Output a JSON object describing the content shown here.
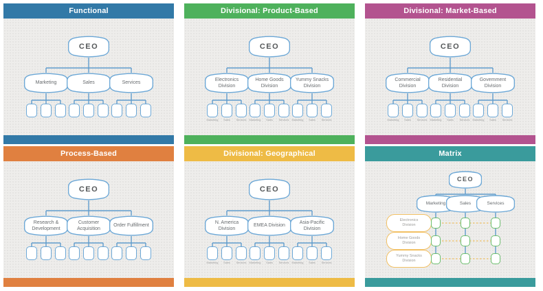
{
  "colors": {
    "functional_blue": "#3279a7",
    "product_green": "#4eb15c",
    "market_magenta": "#b3538f",
    "process_orange": "#e08040",
    "geographical_yellow": "#eebb45",
    "matrix_teal": "#3a9b9c",
    "node_border_blue": "#6ba7d6",
    "connector_blue": "#5f9ccd",
    "matrix_row_border_orange": "#f2c063",
    "matrix_cell_border_green": "#6cbf6e",
    "canvas_background": "#eeedeb"
  },
  "panels": [
    {
      "title": "Functional",
      "root": "CEO",
      "children": [
        "Marketing",
        "Sales",
        "Services"
      ]
    },
    {
      "title": "Divisional: Product-Based",
      "root": "CEO",
      "children": [
        "Electronics Division",
        "Home Goods Division",
        "Yummy Snacks Division"
      ],
      "sub_labels": [
        "Marketing",
        "Sales",
        "Services"
      ]
    },
    {
      "title": "Divisional: Market-Based",
      "root": "CEO",
      "children": [
        "Commercial Division",
        "Residential Division",
        "Government Division"
      ],
      "sub_labels": [
        "Marketing",
        "Sales",
        "Services"
      ]
    },
    {
      "title": "Process-Based",
      "root": "CEO",
      "children": [
        "Research & Development",
        "Customer Acquisition",
        "Order Fulfillment"
      ]
    },
    {
      "title": "Divisional: Geographical",
      "root": "CEO",
      "children": [
        "N. America Division",
        "EMEA Division",
        "Asia-Pacific Division"
      ],
      "sub_labels": [
        "Marketing",
        "Sales",
        "Services"
      ]
    },
    {
      "title": "Matrix",
      "root": "CEO",
      "columns": [
        "Marketing",
        "Sales",
        "Services"
      ],
      "rows": [
        "Electronics\nDivision",
        "Home Goods\nDivision",
        "Yummy Snacks\nDivision"
      ]
    }
  ]
}
